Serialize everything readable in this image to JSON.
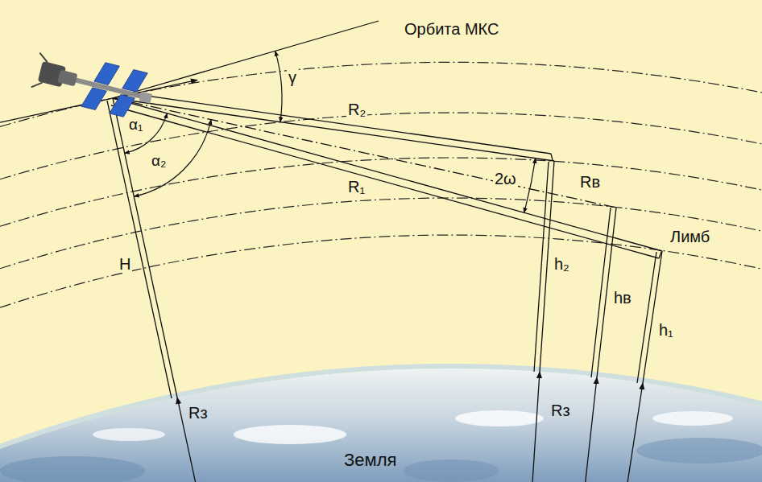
{
  "diagram": {
    "labels": [
      "Орбита МКС",
      "γ",
      "R₂",
      "α₁",
      "α₂",
      "2ω",
      "Rв",
      "R₁",
      "Лимб",
      "H",
      "h₂",
      "hв",
      "h₁",
      "Rз",
      "Rз",
      "Земля"
    ]
  }
}
